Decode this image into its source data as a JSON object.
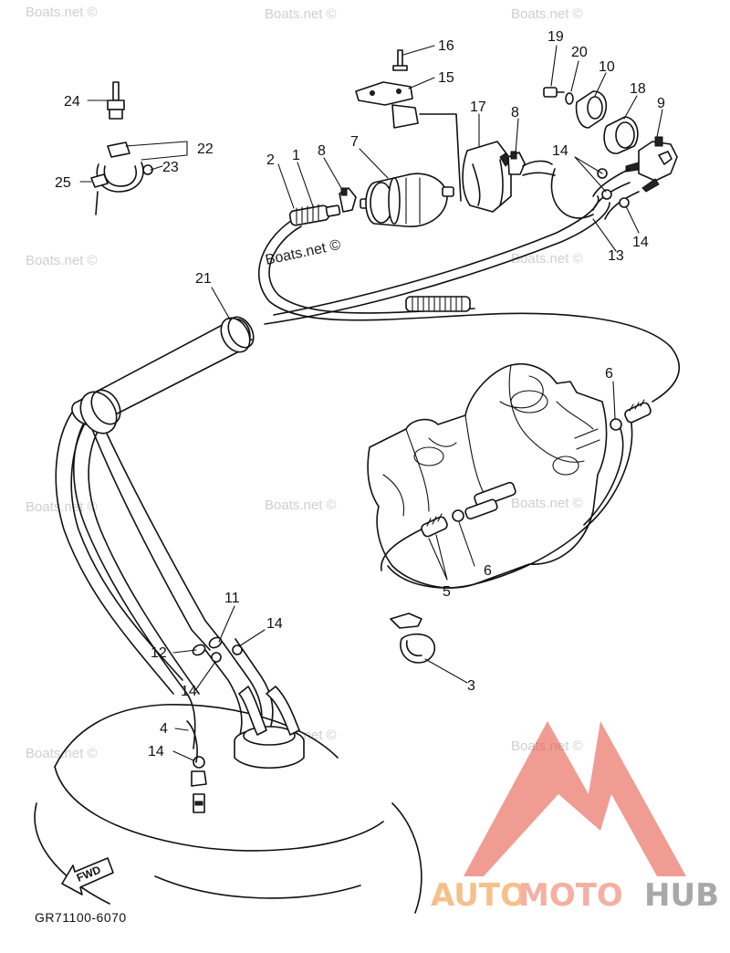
{
  "diagram_code": "GR71100-6070",
  "watermark_text": "Boats.net ©",
  "fwd_label": "FWD",
  "brand": {
    "part1": "AUTO",
    "part2": "MOTO",
    "part3": "HUB"
  },
  "colors": {
    "logo_red": "#e34a3a",
    "brand_orange": "#f5c08a",
    "brand_pink": "#f4b0a2",
    "brand_gray": "#a8a8a8"
  },
  "callouts": [
    "1",
    "2",
    "3",
    "4",
    "5",
    "6",
    "7",
    "8",
    "9",
    "10",
    "11",
    "12",
    "13",
    "14",
    "15",
    "16",
    "17",
    "18",
    "19",
    "20",
    "21",
    "22",
    "23",
    "24",
    "25"
  ]
}
